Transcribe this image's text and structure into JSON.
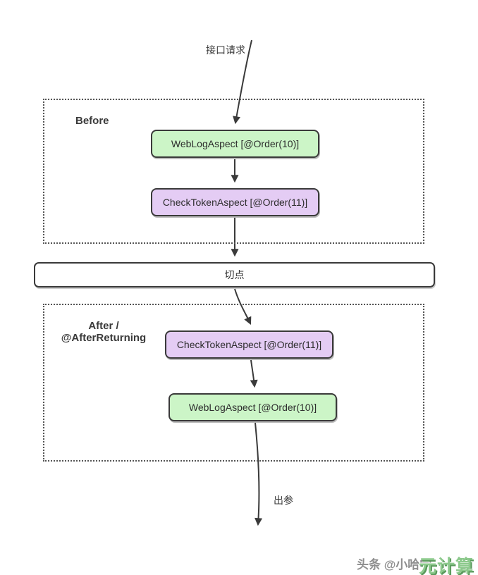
{
  "diagram": {
    "request_label": "接口请求",
    "output_label": "出参",
    "pointcut_label": "切点",
    "before_section": {
      "title": "Before",
      "nodes": [
        {
          "label": "WebLogAspect [@Order(10)]",
          "type": "green"
        },
        {
          "label": "CheckTokenAspect [@Order(11)]",
          "type": "purple"
        }
      ]
    },
    "after_section": {
      "title_line1": "After /",
      "title_line2": "@AfterReturning",
      "nodes": [
        {
          "label": "CheckTokenAspect [@Order(11)]",
          "type": "purple"
        },
        {
          "label": "WebLogAspect [@Order(10)]",
          "type": "green"
        }
      ]
    }
  },
  "watermark": {
    "byline": "头条 @小哈学",
    "brand": "元计算"
  },
  "colors": {
    "green_fill": "#ccf5c7",
    "purple_fill": "#e4ccf4",
    "border": "#3a3a3a",
    "arrow": "#3a3a3a",
    "brand_green": "#8cc98c"
  }
}
